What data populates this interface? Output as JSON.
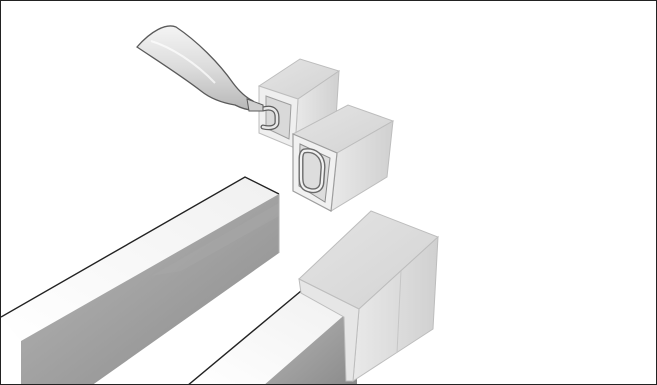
{
  "illustration": {
    "components": [
      "glue-nozzle",
      "corner-cap-with-hook",
      "corner-cap-with-ring",
      "end-cap",
      "beam-left",
      "beam-right"
    ],
    "colors": {
      "background": "#ffffff",
      "outline": "#222222",
      "shade_light": "#eeeeee",
      "shade_mid": "#d6d6d6",
      "shade_dark": "#8e8e8e"
    }
  }
}
